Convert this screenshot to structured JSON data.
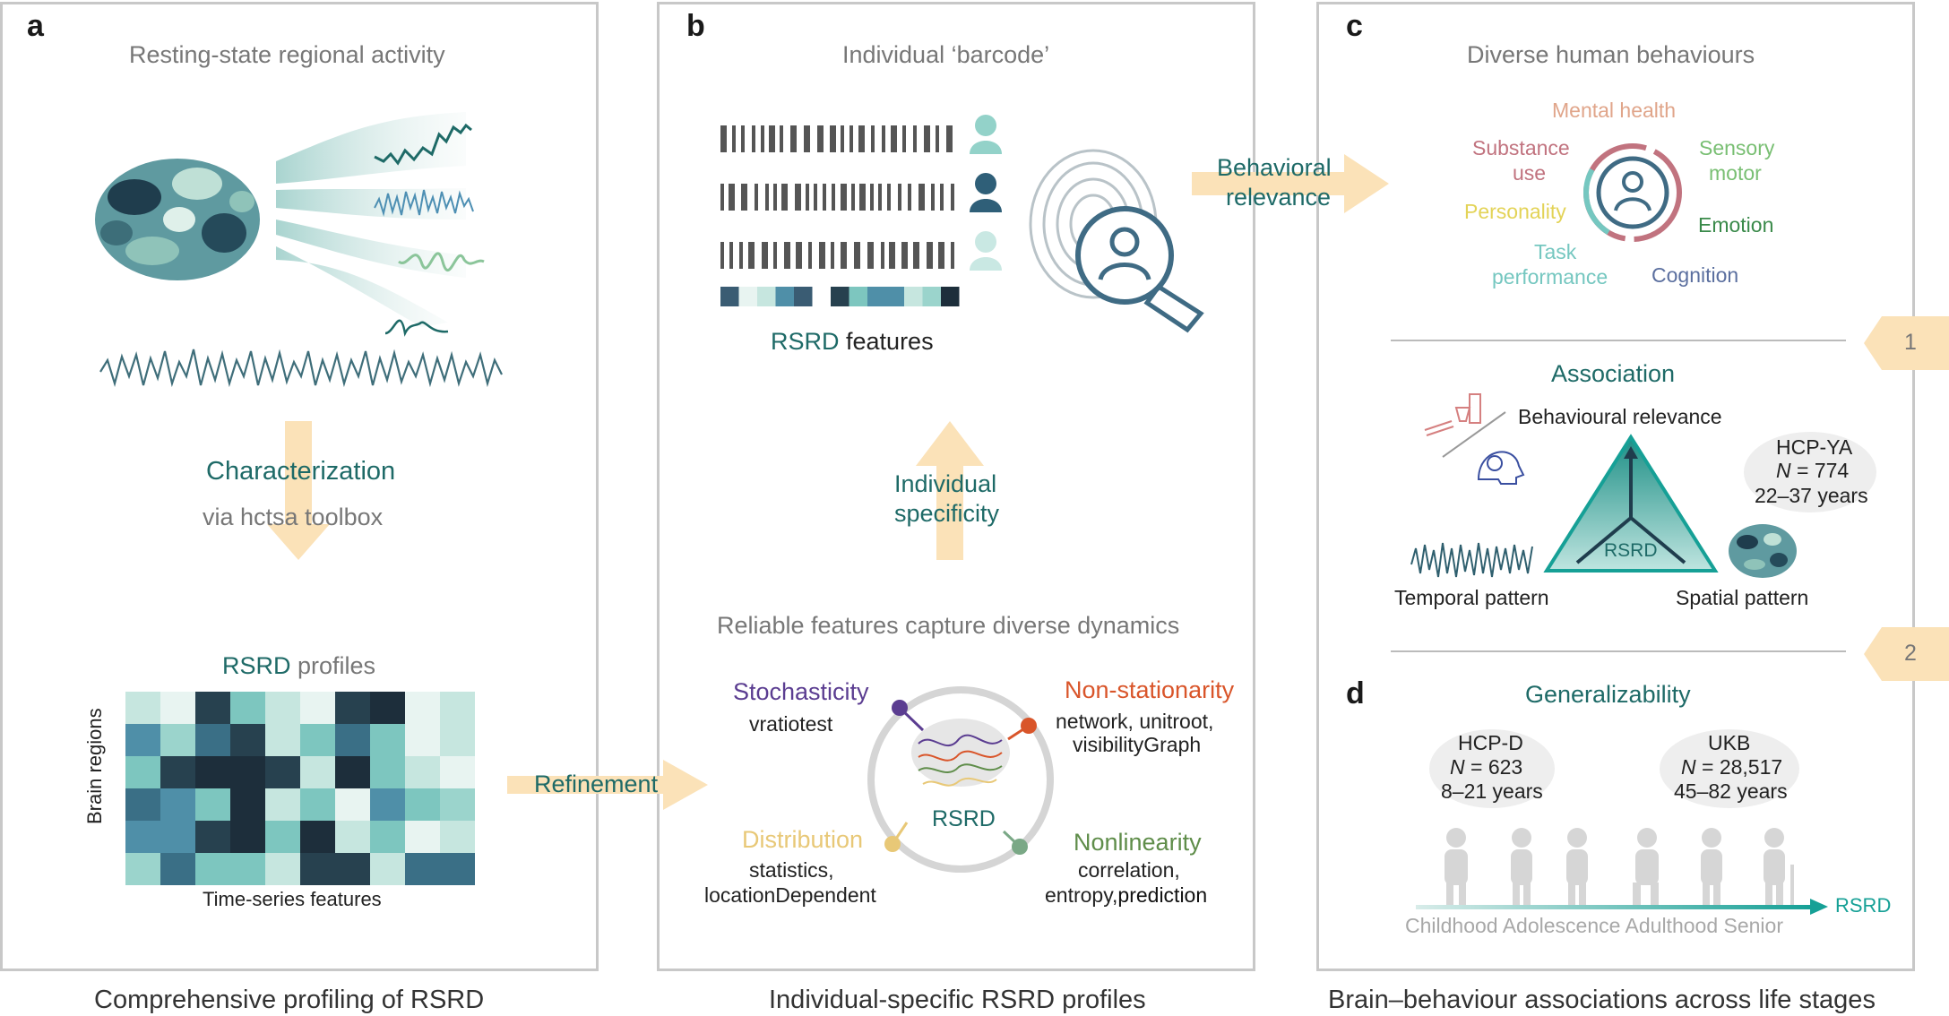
{
  "panels": {
    "a": {
      "label": "a",
      "title": "Resting-state regional activity",
      "characterization": "Characterization",
      "via": "via hctsa toolbox",
      "profiles_word1": "RSRD",
      "profiles_word2": " profiles",
      "y_axis": "Brain regions",
      "x_axis": "Time-series features",
      "caption": "Comprehensive profiling of RSRD"
    },
    "refinement": "Refinement",
    "b": {
      "label": "b",
      "title": "Individual ‘barcode’",
      "features_word1": "RSRD",
      "features_word2": " features",
      "individual_line1": "Individual",
      "individual_line2": "specificity",
      "reliable": "Reliable features capture diverse dynamics",
      "stochasticity": "Stochasticity",
      "stochasticity_sub": "vratiotest",
      "nonstationarity": "Non-stationarity",
      "nonstationarity_sub1": "network, unitroot,",
      "nonstationarity_sub2": "visibilityGraph",
      "distribution": "Distribution",
      "distribution_sub1": "statistics,",
      "distribution_sub2": "locationDependent",
      "nonlinearity": "Nonlinearity",
      "nonlinearity_sub1": "correlation,",
      "nonlinearity_sub2a": "entropy,",
      "nonlinearity_sub2b": "prediction",
      "center": "RSRD",
      "caption": "Individual-specific RSRD profiles"
    },
    "behavioral": {
      "line1": "Behavioral",
      "line2": "relevance"
    },
    "c": {
      "label": "c",
      "title": "Diverse human behaviours",
      "mental_health": "Mental health",
      "substance_line1": "Substance",
      "substance_line2": "use",
      "sensory_line1": "Sensory",
      "sensory_line2": "motor",
      "personality": "Personality",
      "emotion": "Emotion",
      "task_line1": "Task",
      "task_line2": "performance",
      "cognition": "Cognition",
      "step1": "1",
      "association": "Association",
      "behavioural_relevance": "Behavioural relevance",
      "hcpya_line1": "HCP-YA",
      "hcpya_n_label": "N",
      "hcpya_n_value": " = 774",
      "hcpya_line3": "22–37 years",
      "triangle_label": "RSRD",
      "temporal": "Temporal pattern",
      "spatial": "Spatial pattern",
      "step2": "2",
      "caption": "Brain–behaviour associations across life stages"
    },
    "d": {
      "label": "d",
      "title": "Generalizability",
      "hcpd_line1": "HCP-D",
      "hcpd_n_label": "N",
      "hcpd_n_value": " = 623",
      "hcpd_line3": "8–21 years",
      "ukb_line1": "UKB",
      "ukb_n_label": "N",
      "ukb_n_value": " = 28,517",
      "ukb_line3": "45–82 years",
      "stages": "Childhood Adolescence Adulthood Senior",
      "arrow_label": "RSRD"
    }
  },
  "colors": {
    "teal": "#1e6a67",
    "arrow": "#fbe2b8",
    "mental_health": "#e0a58a",
    "substance": "#c1737f",
    "sensory": "#79bf73",
    "personality": "#e3d357",
    "emotion": "#3a8a4a",
    "task": "#75c7c0",
    "cognition": "#5b6f9f",
    "stochasticity": "#5b3d91",
    "nonstationarity": "#d9552a",
    "distribution": "#e8c877",
    "nonlinearity": "#5f8d4a"
  }
}
